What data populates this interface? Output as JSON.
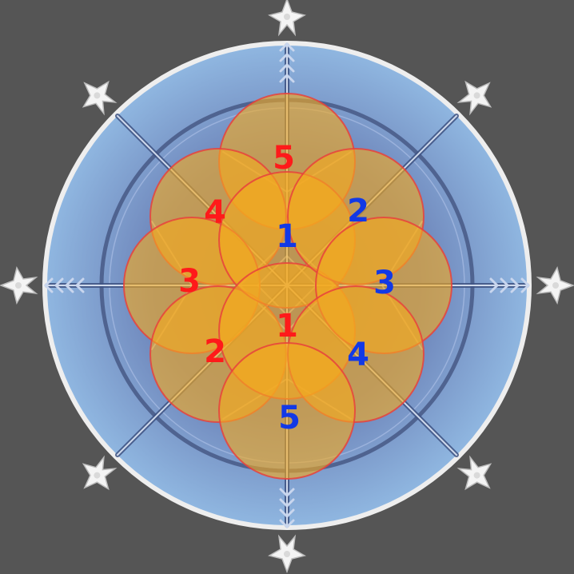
{
  "arena": {
    "name": "snowflake-arena",
    "colors": {
      "background": "#555555",
      "arena_inner": "#6b7fb2",
      "arena_outer": "#8fb3dd",
      "arena_rim": "#eeeeee",
      "snowflake_line": "#ffffff",
      "aoe_fill": "#f3a91e",
      "aoe_stroke": "#e8423c",
      "label_red": "#ff1a1a",
      "label_blue": "#1239e6"
    },
    "waymark_icon": "shuriken-icon",
    "waymark_count": 8
  },
  "aoe_circles": [
    {
      "id": "circle-top",
      "order": "5",
      "color": "red"
    },
    {
      "id": "circle-upper-left",
      "order": "4",
      "color": "red"
    },
    {
      "id": "circle-left",
      "order": "3",
      "color": "red"
    },
    {
      "id": "circle-lower-left",
      "order": "2",
      "color": "red"
    },
    {
      "id": "circle-center-upper",
      "order": "1",
      "color": "blue"
    },
    {
      "id": "circle-center-lower",
      "order": "1",
      "color": "red"
    },
    {
      "id": "circle-upper-right",
      "order": "2",
      "color": "blue"
    },
    {
      "id": "circle-right",
      "order": "3",
      "color": "blue"
    },
    {
      "id": "circle-lower-right",
      "order": "4",
      "color": "blue"
    },
    {
      "id": "circle-bottom",
      "order": "5",
      "color": "blue"
    }
  ]
}
